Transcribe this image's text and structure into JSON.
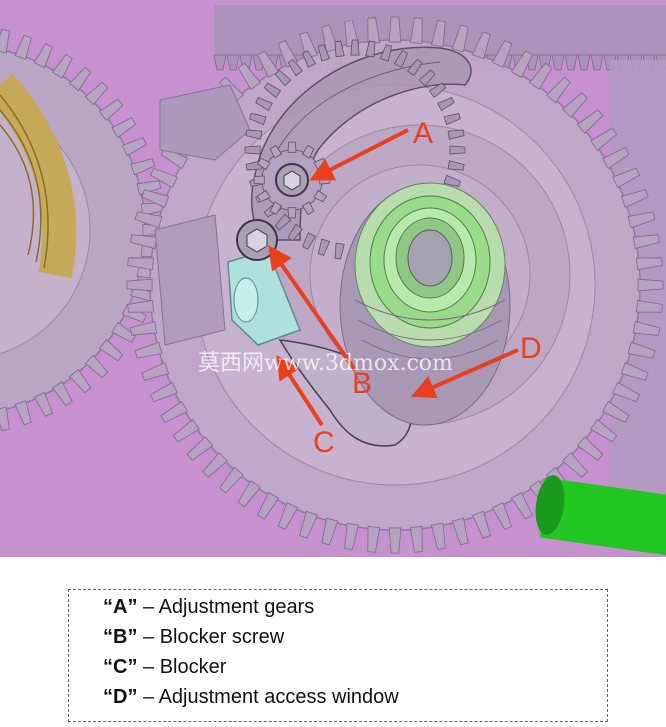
{
  "callouts": {
    "a": "A",
    "b": "B",
    "c": "C",
    "d": "D"
  },
  "watermark": "莫西网www.3dmox.com",
  "legend": [
    {
      "key": "“A”",
      "text": " – Adjustment gears"
    },
    {
      "key": "“B”",
      "text": " – Blocker screw"
    },
    {
      "key": "“C”",
      "text": " – Blocker"
    },
    {
      "key": "“D”",
      "text": " – Adjustment access window"
    }
  ],
  "colors": {
    "background": "#c88fd0",
    "gear": "#b3a0bf",
    "callout": "#e8401d",
    "spring": "#9adb8a",
    "rod": "#22c622",
    "blocker": "#aee0dc",
    "mainspring": "#c8a84a"
  }
}
